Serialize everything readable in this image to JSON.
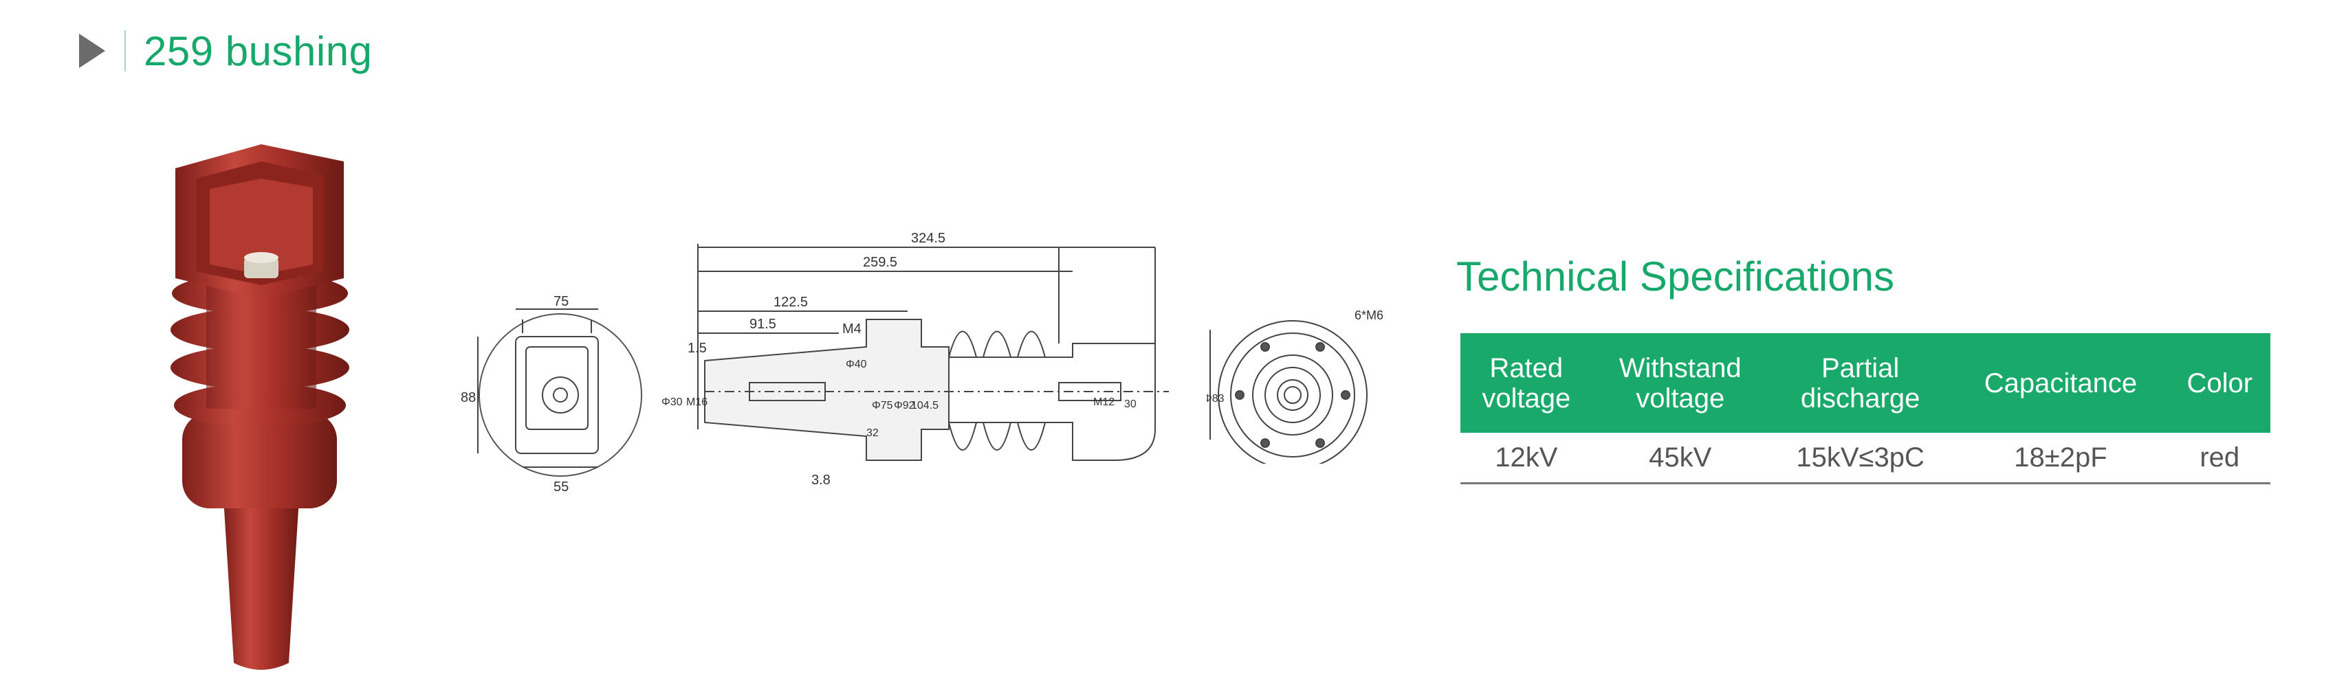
{
  "header": {
    "title": "259 bushing"
  },
  "drawing": {
    "front_width": "75",
    "front_base": "55",
    "front_height": "88",
    "total_length": "324.5",
    "length_2": "259.5",
    "length_3": "122.5",
    "length_4": "91.5",
    "flange": "1.5",
    "thread_m4": "M4",
    "thickness": "3.8",
    "dia_30": "Φ30",
    "dia_83": "Φ83",
    "end_thread": "M12",
    "end_depth": "30",
    "hole_thread": "M16",
    "bolt_pattern": "6*M6",
    "d75": "Φ75",
    "d92": "Φ92",
    "d104": "104.5",
    "r32": "32",
    "d40": "Φ40"
  },
  "specs": {
    "title": "Technical Specifications",
    "headers": [
      [
        "Rated",
        "voltage"
      ],
      [
        "Withstand",
        "voltage"
      ],
      [
        "Partial",
        "discharge"
      ],
      [
        "Capacitance"
      ],
      [
        "Color"
      ]
    ],
    "row": [
      "12kV",
      "45kV",
      "15kV≤3pC",
      "18±2pF",
      "red"
    ]
  },
  "colors": {
    "accent": "#19a96b",
    "bushing_red": "#a8322a"
  }
}
